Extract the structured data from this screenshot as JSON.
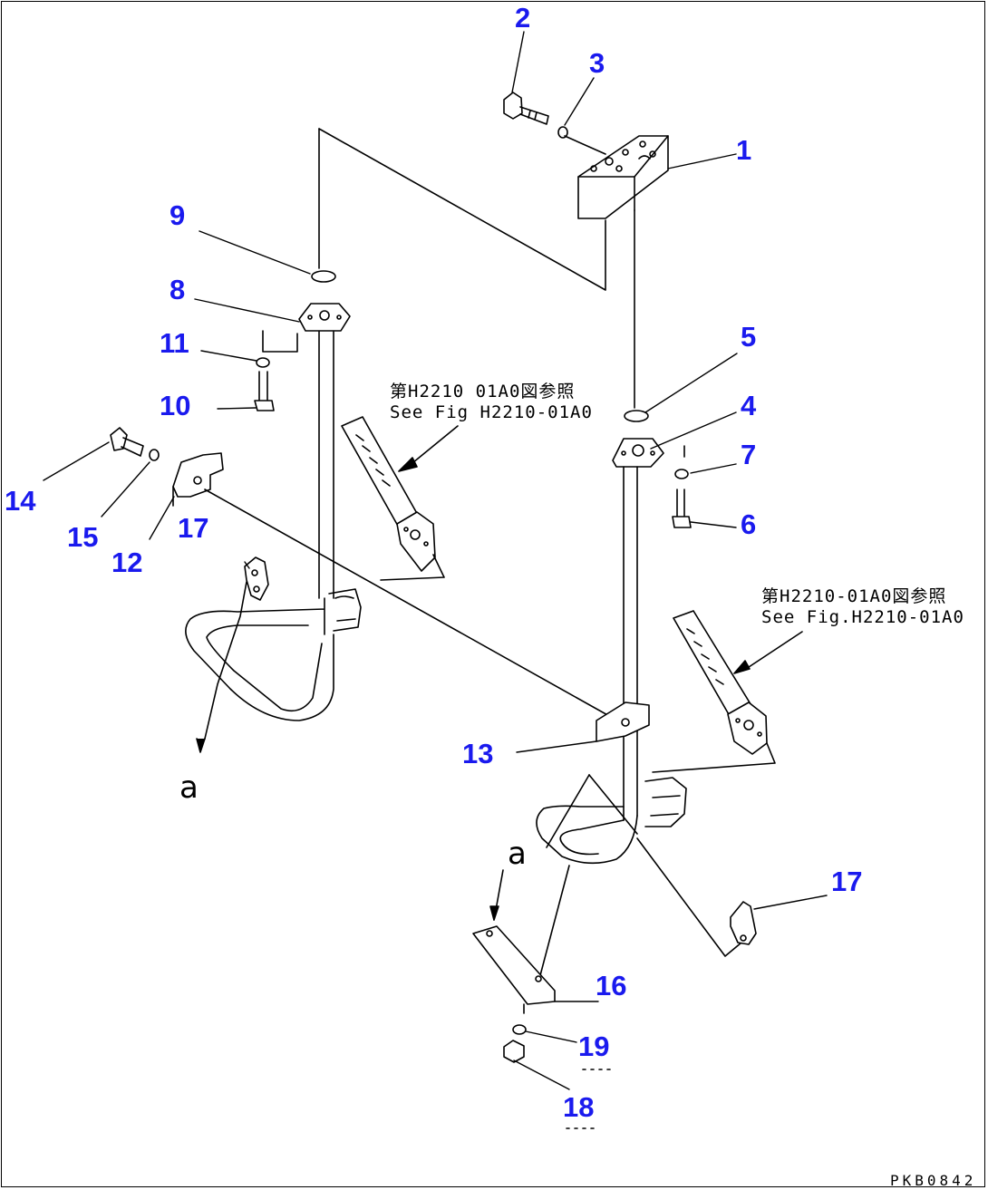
{
  "callouts": [
    {
      "id": "1",
      "label": "1"
    },
    {
      "id": "2",
      "label": "2"
    },
    {
      "id": "3",
      "label": "3"
    },
    {
      "id": "4",
      "label": "4"
    },
    {
      "id": "5",
      "label": "5"
    },
    {
      "id": "6",
      "label": "6"
    },
    {
      "id": "7",
      "label": "7"
    },
    {
      "id": "8",
      "label": "8"
    },
    {
      "id": "9",
      "label": "9"
    },
    {
      "id": "10",
      "label": "10"
    },
    {
      "id": "11",
      "label": "11"
    },
    {
      "id": "12",
      "label": "12"
    },
    {
      "id": "13",
      "label": "13"
    },
    {
      "id": "14",
      "label": "14"
    },
    {
      "id": "15",
      "label": "15"
    },
    {
      "id": "16",
      "label": "16"
    },
    {
      "id": "17a",
      "label": "17"
    },
    {
      "id": "17b",
      "label": "17"
    },
    {
      "id": "18",
      "label": "18"
    },
    {
      "id": "19",
      "label": "19"
    }
  ],
  "notes": {
    "left": {
      "line1": "第H2210 01A0図参照",
      "line2": "See Fig H2210-01A0"
    },
    "right": {
      "line1": "第H2210-01A0図参照",
      "line2": "See Fig.H2210-01A0"
    }
  },
  "view_marks": {
    "a1": "a",
    "a2": "a"
  },
  "drawing_code": "PKB0842",
  "colors": {
    "callout": "#1a1aee",
    "line": "#000000",
    "background": "#ffffff"
  }
}
